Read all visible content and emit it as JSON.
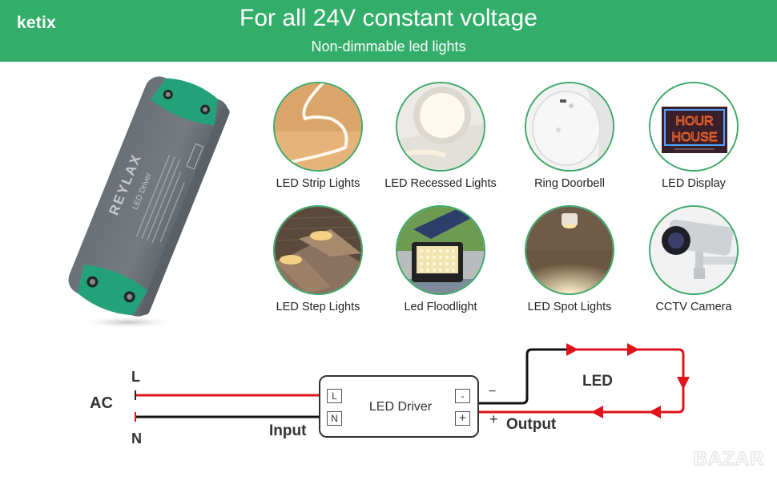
{
  "banner": {
    "brand": "ketix",
    "headline": "For all 24V constant voltage",
    "subline": "Non-dimmable led lights",
    "color": "#33ad6a"
  },
  "product": {
    "brand_print": "REYLAX",
    "model_print": "LED Driver",
    "case_color": "#6e747a",
    "terminal_color": "#22a37a"
  },
  "applications": [
    {
      "label": "LED Strip Lights",
      "icon": "led-strip-icon"
    },
    {
      "label": "LED Recessed Lights",
      "icon": "recessed-light-icon"
    },
    {
      "label": "Ring Doorbell",
      "icon": "doorbell-icon"
    },
    {
      "label": "LED Display",
      "icon": "neon-display-icon",
      "sign_text": [
        "HOUR",
        "HOUSE"
      ]
    },
    {
      "label": "LED Step Lights",
      "icon": "step-light-icon"
    },
    {
      "label": "Led Floodlight",
      "icon": "floodlight-icon"
    },
    {
      "label": "LED Spot Lights",
      "icon": "spot-light-icon"
    },
    {
      "label": "CCTV Camera",
      "icon": "cctv-camera-icon"
    }
  ],
  "wiring": {
    "source": "AC",
    "line": "L",
    "neutral": "N",
    "input_label": "Input",
    "output_label": "Output",
    "driver_label": "LED Driver",
    "terminal_l": "L",
    "terminal_n": "N",
    "terminal_minus": "-",
    "terminal_plus": "+",
    "minus_sign": "−",
    "plus_sign": "+",
    "load_label": "LED",
    "live_color": "#e0141b",
    "neutral_color": "#111111"
  },
  "watermark": "BAZAR"
}
